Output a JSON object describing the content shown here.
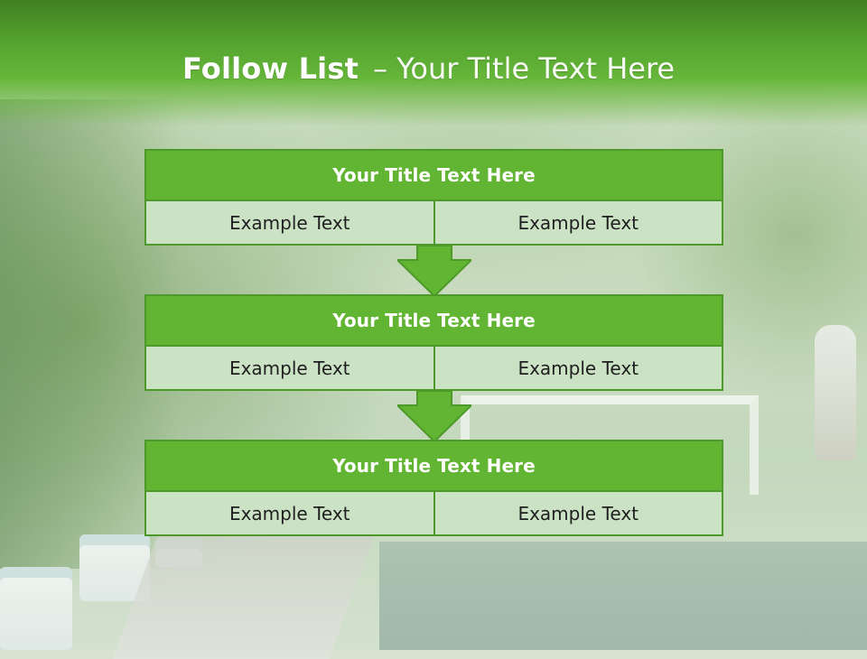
{
  "slide": {
    "title_strong": "Follow List",
    "title_separator": "–",
    "title_rest": "Your Title Text Here"
  },
  "blocks": [
    {
      "title": "Your Title Text Here",
      "left": "Example Text",
      "right": "Example Text"
    },
    {
      "title": "Your Title Text Here",
      "left": "Example Text",
      "right": "Example Text"
    },
    {
      "title": "Your Title Text Here",
      "left": "Example Text",
      "right": "Example Text"
    }
  ],
  "colors": {
    "header_green": "#62b532",
    "border_green": "#4d9a2a",
    "cell_fill": "#cbe2c5",
    "text_dark": "#1f1f1f",
    "text_light": "#ffffff"
  },
  "icons": {
    "arrow": "down-arrow-icon"
  }
}
